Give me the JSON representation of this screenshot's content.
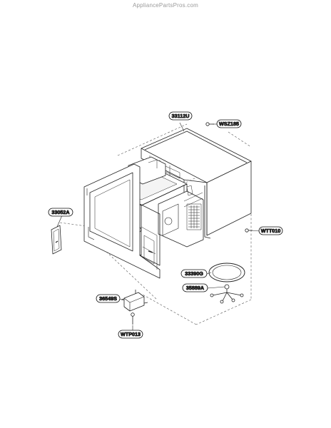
{
  "watermark": "AppliancePartsPros.com",
  "callouts": {
    "outer_case": "33112U",
    "case_screw": "WSZ185",
    "foot_screw": "WTT010",
    "door_cover": "33052A",
    "tray": "33390G",
    "roller_guide": "35889A",
    "motor": "36549S",
    "motor_screw": "WTP013"
  }
}
